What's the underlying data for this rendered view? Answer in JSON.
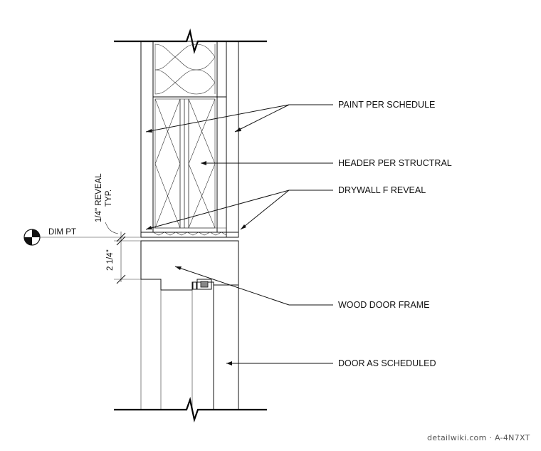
{
  "callouts": {
    "paint": "PAINT PER SCHEDULE",
    "header": "HEADER PER STRUCTRAL",
    "drywall_reveal": "DRYWALL F REVEAL",
    "door_frame": "WOOD DOOR FRAME",
    "door": "DOOR AS SCHEDULED"
  },
  "dimensions": {
    "reveal_line1": "1/4\" REVEAL",
    "reveal_line2": "TYP.",
    "dim_pt": "DIM PT",
    "frame_depth": "2 1/4\""
  },
  "watermark": "detailwiki.com · A-4N7XT"
}
